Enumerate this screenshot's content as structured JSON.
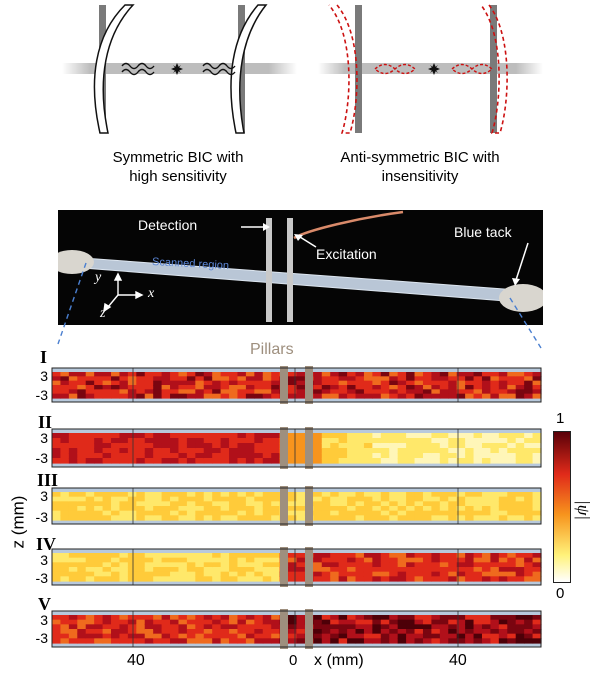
{
  "schematics": {
    "left_caption_line1": "Symmetric BIC with",
    "left_caption_line2": "high sensitivity",
    "right_caption_line1": "Anti-symmetric BIC with",
    "right_caption_line2": "insensitivity"
  },
  "photo": {
    "label_detection": "Detection",
    "label_excitation": "Excitation",
    "label_blue_tack": "Blue tack",
    "label_scanned_region": "Scanned region",
    "axis_y": "y",
    "axis_x": "x",
    "axis_z": "z"
  },
  "maps": {
    "pillars_label": "Pillars",
    "rows": [
      {
        "label": "I"
      },
      {
        "label": "II"
      },
      {
        "label": "III"
      },
      {
        "label": "IV"
      },
      {
        "label": "V"
      }
    ],
    "ytick_top": "3",
    "ytick_bottom": "-3",
    "ylabel": "z (mm)",
    "xtick_left": "40",
    "xtick_center": "0",
    "xtick_right": "40",
    "xlabel": "x (mm)",
    "colorbar_max": "1",
    "colorbar_min": "0",
    "colorbar_label": "|ψ|"
  },
  "colors": {
    "pillar": "#9e8f7e",
    "dark_red": "#5a0008",
    "red": "#e02a1a",
    "orange": "#f7941d",
    "yellow": "#fff27a",
    "white": "#ffffff",
    "map_border": "#b8c9dc",
    "dashed": "#4a7fd0",
    "bic_red": "#cc1111"
  }
}
